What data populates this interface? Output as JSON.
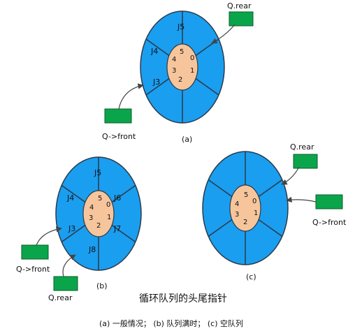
{
  "colors": {
    "ring": "#1a9ef0",
    "hub": "#f7c59c",
    "pointer_box": "#0aa54a",
    "divider": "#2b3a48",
    "arrow": "#444444"
  },
  "diagrams": [
    {
      "id": "a",
      "subtitle": "(a)",
      "slots": [
        "J5",
        "J4",
        "J3"
      ],
      "indices": [
        "5",
        "0",
        "4",
        "1",
        "3",
        "2"
      ],
      "pointers": [
        {
          "id": "a-rear",
          "label": "Q.rear"
        },
        {
          "id": "a-front",
          "label": "Q->front"
        }
      ]
    },
    {
      "id": "b",
      "subtitle": "(b)",
      "slots": [
        "J5",
        "J4",
        "J6",
        "J3",
        "J7",
        "J8"
      ],
      "indices": [
        "5",
        "0",
        "4",
        "1",
        "3",
        "2"
      ],
      "pointers": [
        {
          "id": "b-front",
          "label": "Q->front"
        },
        {
          "id": "b-rear",
          "label": "Q.rear"
        }
      ]
    },
    {
      "id": "c",
      "subtitle": "(c)",
      "slots": [],
      "indices": [
        "5",
        "0",
        "4",
        "1",
        "3",
        "2"
      ],
      "pointers": [
        {
          "id": "c-rear",
          "label": "Q.rear"
        },
        {
          "id": "c-front",
          "label": "Q->front"
        }
      ]
    }
  ],
  "caption": "循环队列的头尾指针",
  "note": "(a) 一般情况；  (b)  队列满时；   (c) 空队列"
}
